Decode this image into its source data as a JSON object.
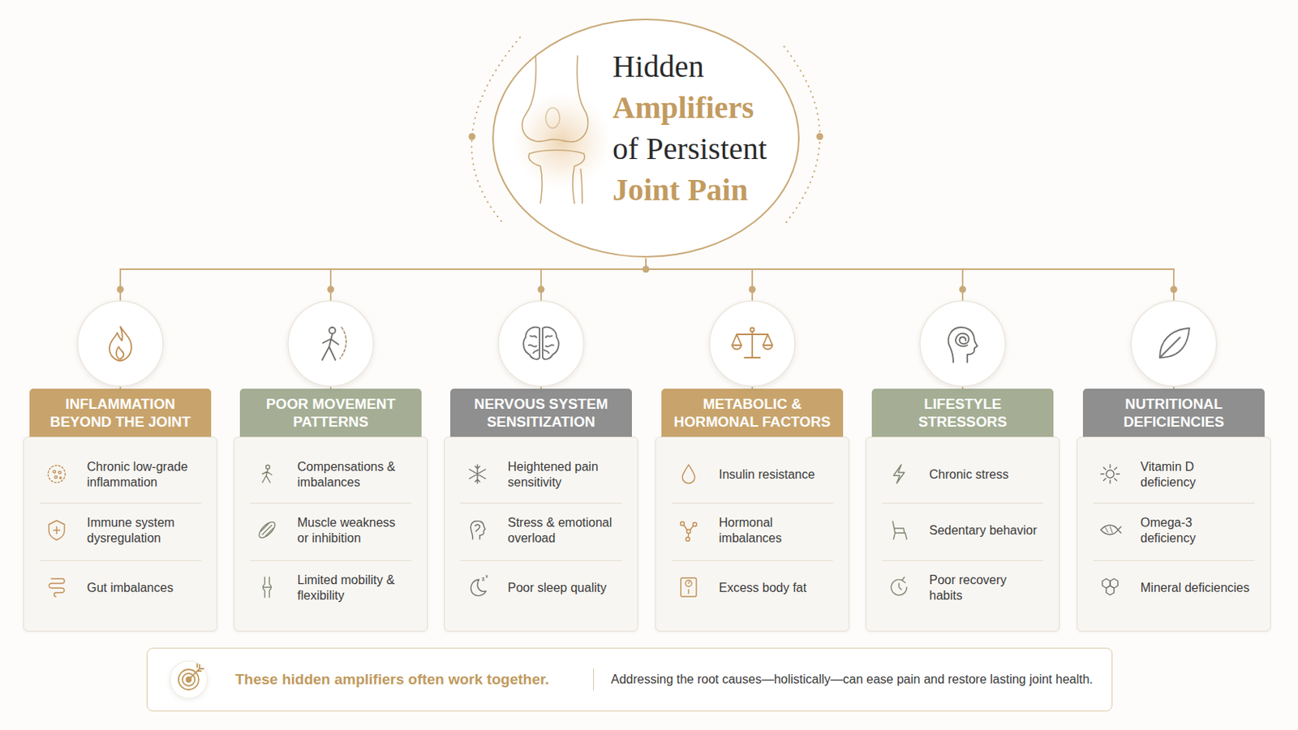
{
  "diagram": {
    "nodes": [
      {
        "text": [
          "Hidden",
          "Amplifiers",
          "of Persistent",
          "Joint Pain"
        ]
      },
      {
        "text": [
          "INFLAMMATION BEYOND THE JOINT",
          "Chronic low-grade inflammation",
          "Immune system dysregulation",
          "Gut imbalances"
        ]
      },
      {
        "text": [
          "POOR MOVEMENT PATTERNS",
          "Compensations & imbalances",
          "Muscle weakness or inhibition",
          "Limited mobility & flexibility"
        ]
      },
      {
        "text": [
          "NERVOUS SYSTEM SENSITIZATION",
          "Heightened pain sensitivity",
          "Stress & emotional overload",
          "Poor sleep quality"
        ]
      },
      {
        "text": [
          "METABOLIC & HORMONAL FACTORS",
          "Insulin resistance",
          "Hormonal imbalances",
          "Excess body fat"
        ]
      },
      {
        "text": [
          "LIFESTYLE STRESSORS",
          "Chronic stress",
          "Sedentary behavior",
          "Poor recovery habits"
        ]
      },
      {
        "text": [
          "NUTRITIONAL DEFICIENCIES",
          "Vitamin D deficiency",
          "Omega-3 deficiency",
          "Mineral deficiencies"
        ]
      },
      {
        "text": [
          "These hidden amplifiers often work together.",
          "Addressing the root causes—holistically—can ease pain and restore lasting joint health."
        ]
      }
    ],
    "edges": [
      {
        "from": 0,
        "to": 1,
        "arrow": "none"
      },
      {
        "from": 0,
        "to": 2,
        "arrow": "none"
      },
      {
        "from": 0,
        "to": 3,
        "arrow": "none"
      },
      {
        "from": 0,
        "to": 4,
        "arrow": "none"
      },
      {
        "from": 0,
        "to": 5,
        "arrow": "none"
      },
      {
        "from": 0,
        "to": 6,
        "arrow": "none"
      }
    ]
  }
}
